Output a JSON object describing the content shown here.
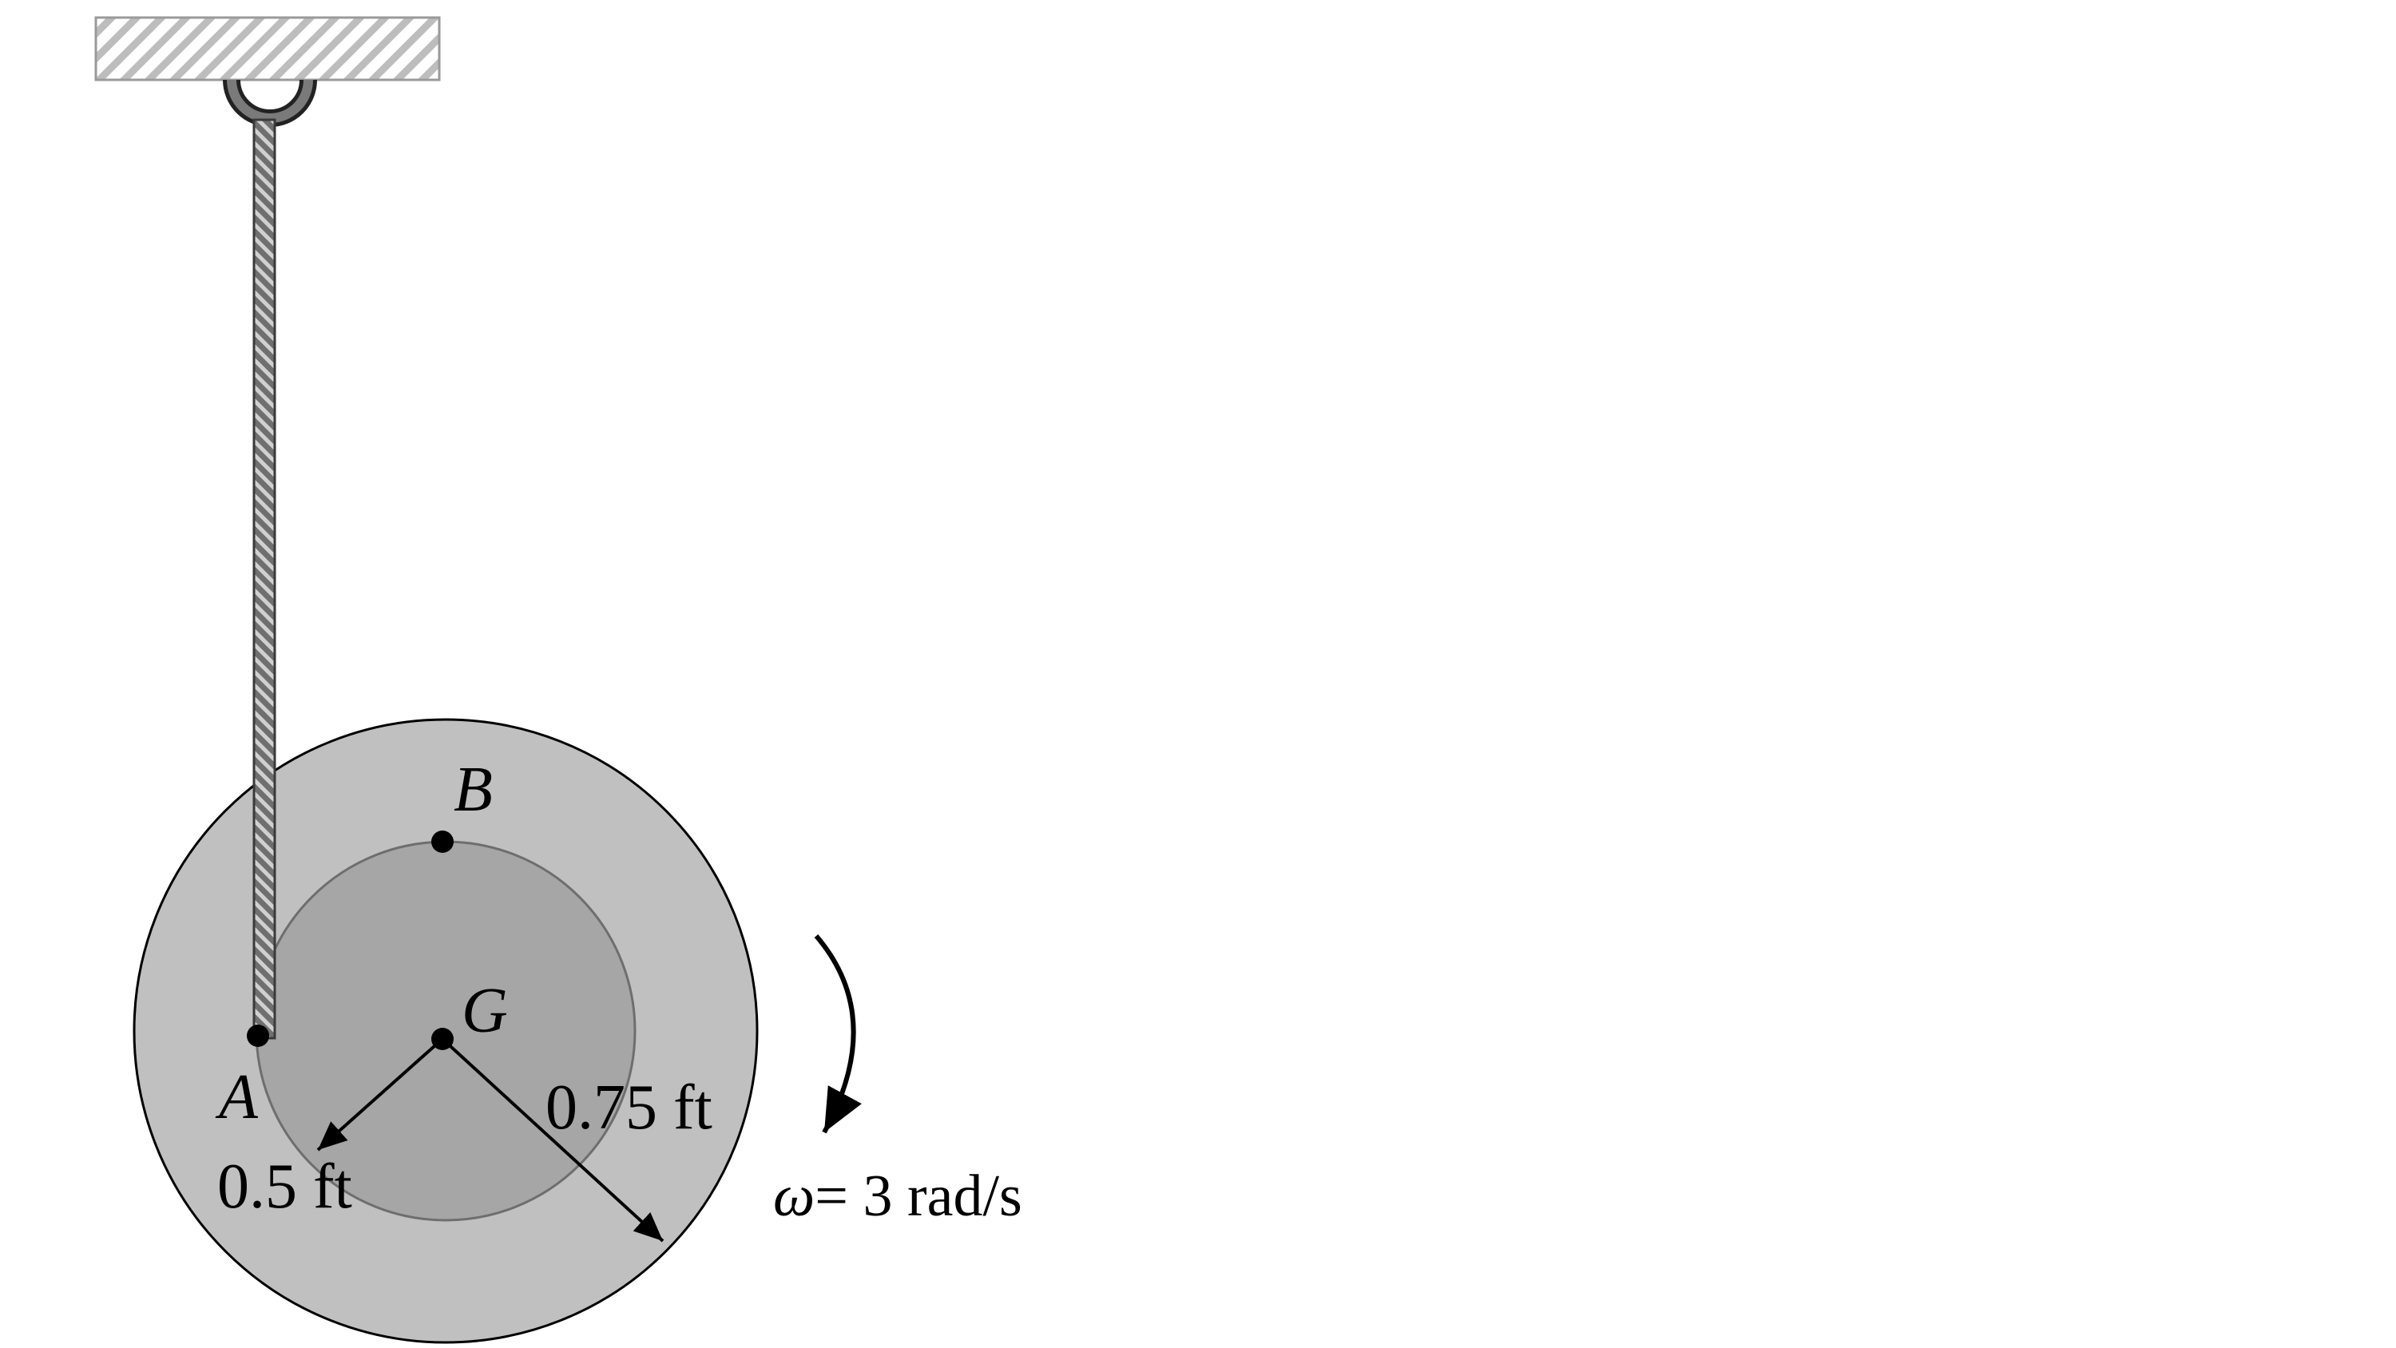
{
  "labels": {
    "point_a": "A",
    "point_b": "B",
    "point_g": "G",
    "inner_radius": "0.5 ft",
    "outer_radius": "0.75 ft",
    "omega_symbol": "ω",
    "omega_value": "= 3 rad/s"
  },
  "colors": {
    "outer_disk": "#c0c0c0",
    "inner_hub": "#a6a6a6",
    "cord": "#808080",
    "support_hatch": "#bdbdbd",
    "ink": "#000000"
  },
  "icons": {
    "support": "fixed-ceiling-support-icon",
    "hook": "ring-hook-icon",
    "rotation": "clockwise-arrow-icon"
  }
}
